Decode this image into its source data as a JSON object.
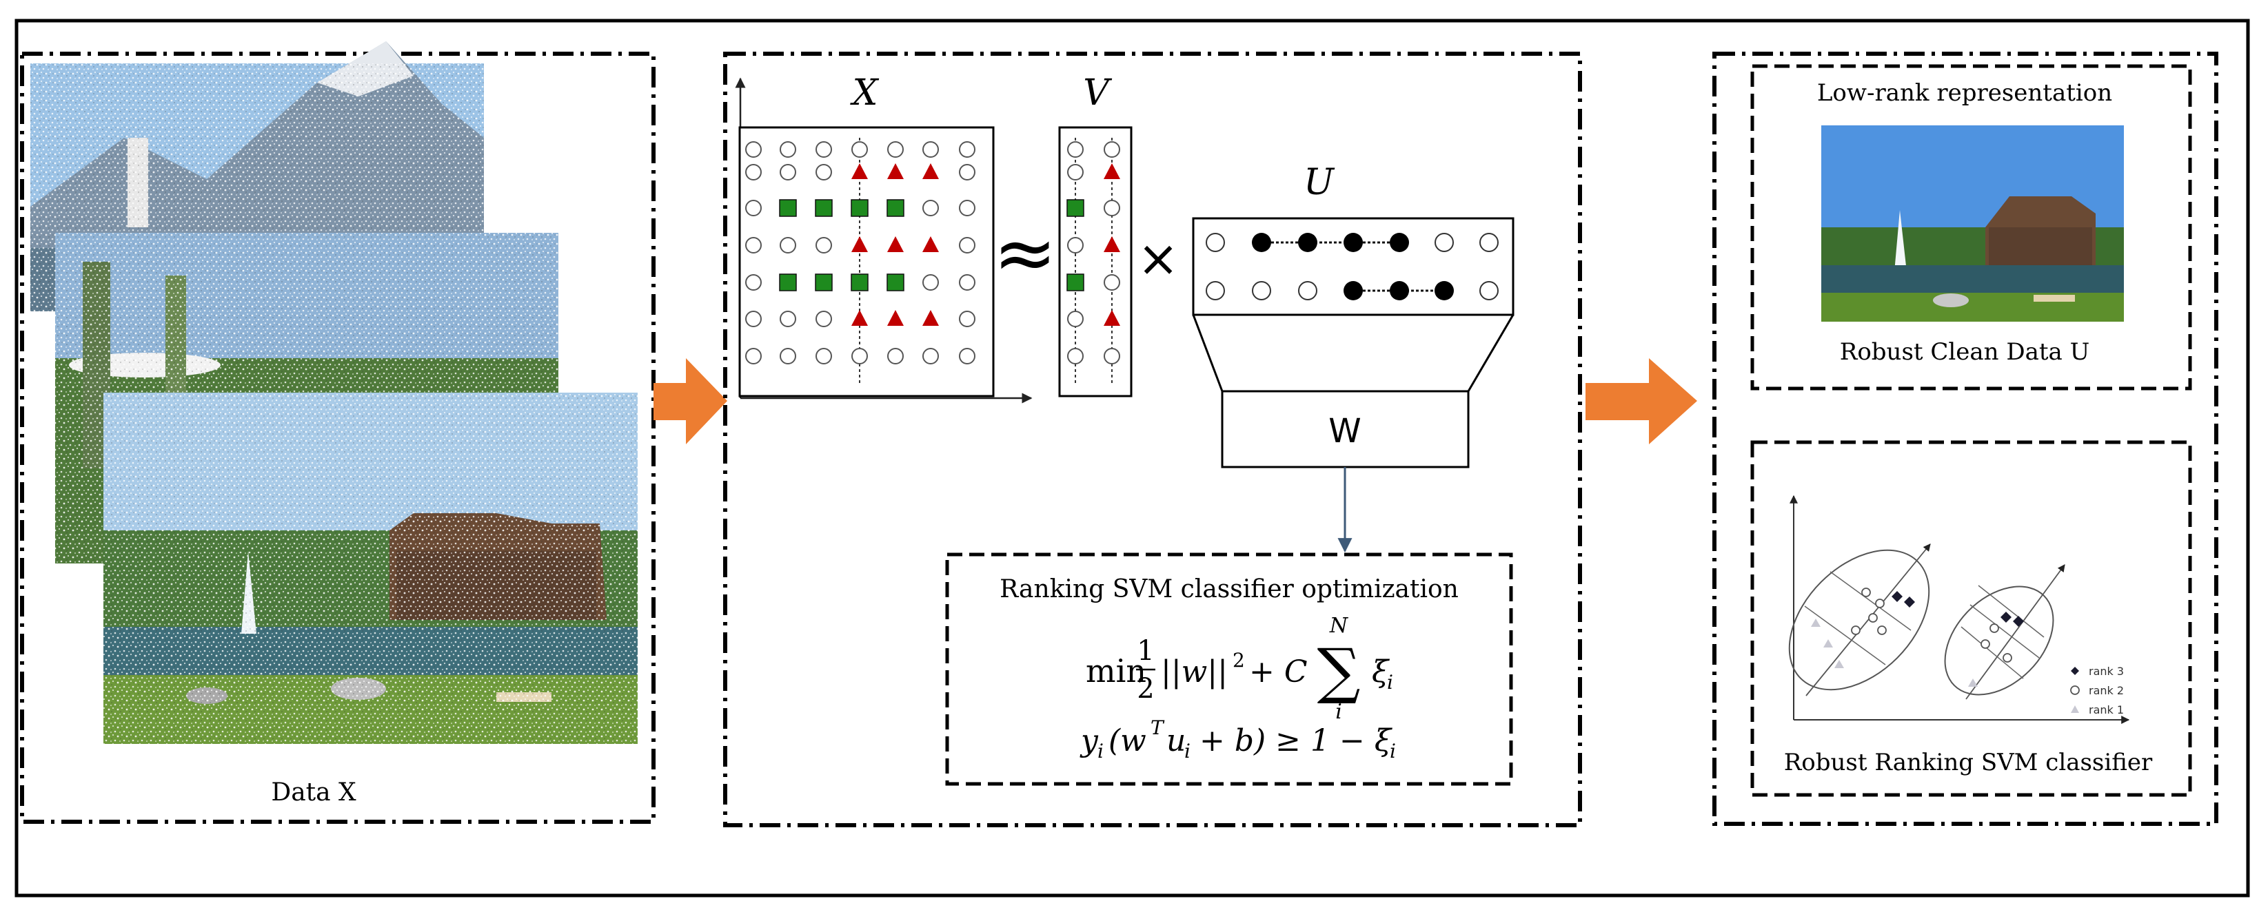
{
  "left_panel": {
    "caption": "Data X"
  },
  "middle_panel": {
    "matrix_x_label": "X",
    "matrix_v_label": "V",
    "matrix_u_label": "U",
    "approx_symbol": "≈",
    "times_symbol": "×",
    "w_label": "W",
    "optimization": {
      "title": "Ranking SVM classifier optimization",
      "min_text": "min",
      "frac_num": "1",
      "frac_den": "2",
      "norm_text": "||w||",
      "sq_text": "2",
      "plus_c_text": "+ C",
      "sum_symbol": "∑",
      "sum_upper": "N",
      "sum_lower": "i",
      "xi_text": "ξ",
      "xi_sub": "i",
      "constraint_y": "y",
      "constraint_y_sub": "i",
      "constraint_open": "(w",
      "constraint_t": "T",
      "constraint_u": "u",
      "constraint_u_sub": "i",
      "constraint_rest": "+ b) ≥ 1 − ξ",
      "constraint_rest_sub": "i"
    }
  },
  "right_panel": {
    "top_title": "Low-rank representation",
    "top_caption": "Robust Clean Data U",
    "bottom_caption": "Robust Ranking SVM classifier",
    "legend": {
      "rank3": "rank 3",
      "rank2": "rank 2",
      "rank1": "rank 1"
    }
  },
  "colors": {
    "accent_arrow": "#ED7D31",
    "green_square": "#1E8A1E",
    "red_triangle": "#C00000",
    "line_dark": "#111111",
    "arrow_blue": "#3E5A78",
    "sky": "#9CC3E6",
    "mountain": "#7E93A8",
    "water": "#3E6E7A",
    "grass": "#5E8C2E",
    "house": "#6A4A34"
  }
}
